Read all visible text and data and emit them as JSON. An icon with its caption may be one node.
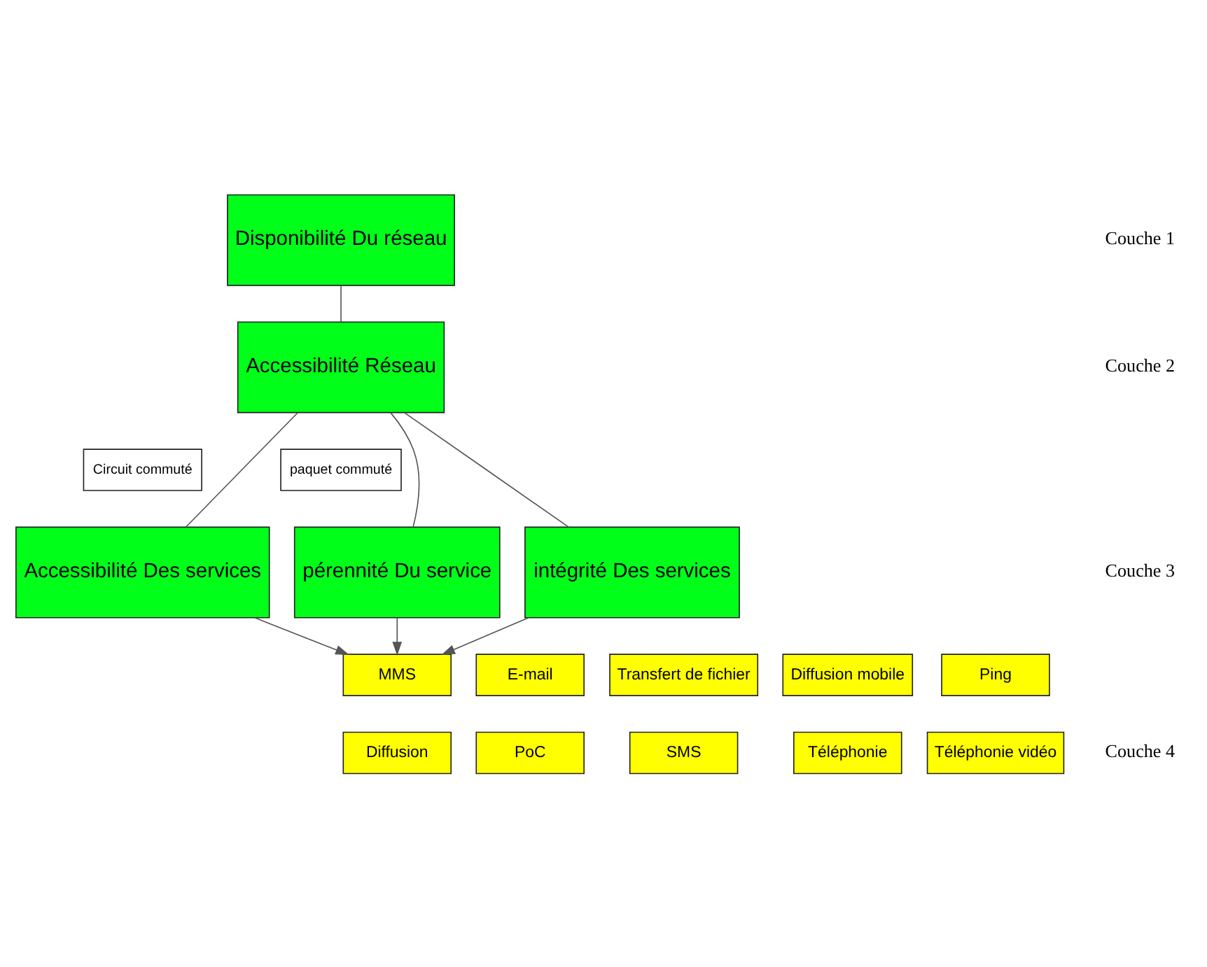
{
  "diagram": {
    "nodes": [
      {
        "text": [
          "Disponibilité Du réseau"
        ]
      },
      {
        "text": [
          "Accessibilité Réseau"
        ]
      },
      {
        "text": [
          "Circuit commuté"
        ]
      },
      {
        "text": [
          "paquet commuté"
        ]
      },
      {
        "text": [
          "Accessibilité Des services"
        ]
      },
      {
        "text": [
          "intégrité Des services"
        ]
      },
      {
        "text": [
          "pérennité Du service"
        ]
      },
      {
        "text": [
          "E-mail"
        ]
      },
      {
        "text": [
          "Transfert de fichier"
        ]
      },
      {
        "text": [
          "MMS"
        ]
      },
      {
        "text": [
          "Diffusion mobile"
        ]
      },
      {
        "text": [
          "Ping"
        ]
      },
      {
        "text": [
          "PoC"
        ]
      },
      {
        "text": [
          "SMS"
        ]
      },
      {
        "text": [
          "Diffusion"
        ]
      },
      {
        "text": [
          "Téléphonie"
        ]
      },
      {
        "text": [
          "Téléphonie vidéo"
        ]
      }
    ],
    "edges": [
      {
        "from": 0,
        "to": 1,
        "arrow": "none"
      },
      {
        "from": 1,
        "to": 4,
        "arrow": "none"
      },
      {
        "from": 1,
        "to": 5,
        "arrow": "none"
      },
      {
        "from": 1,
        "to": 6,
        "arrow": "none"
      },
      {
        "from": 4,
        "to": 9,
        "arrow": "to"
      },
      {
        "from": 5,
        "to": 9,
        "arrow": "to"
      },
      {
        "from": 6,
        "to": 9,
        "arrow": "to"
      }
    ],
    "labels": [
      "Couche 1",
      "Couche 2",
      "Couche 3",
      "Couche 4"
    ]
  }
}
